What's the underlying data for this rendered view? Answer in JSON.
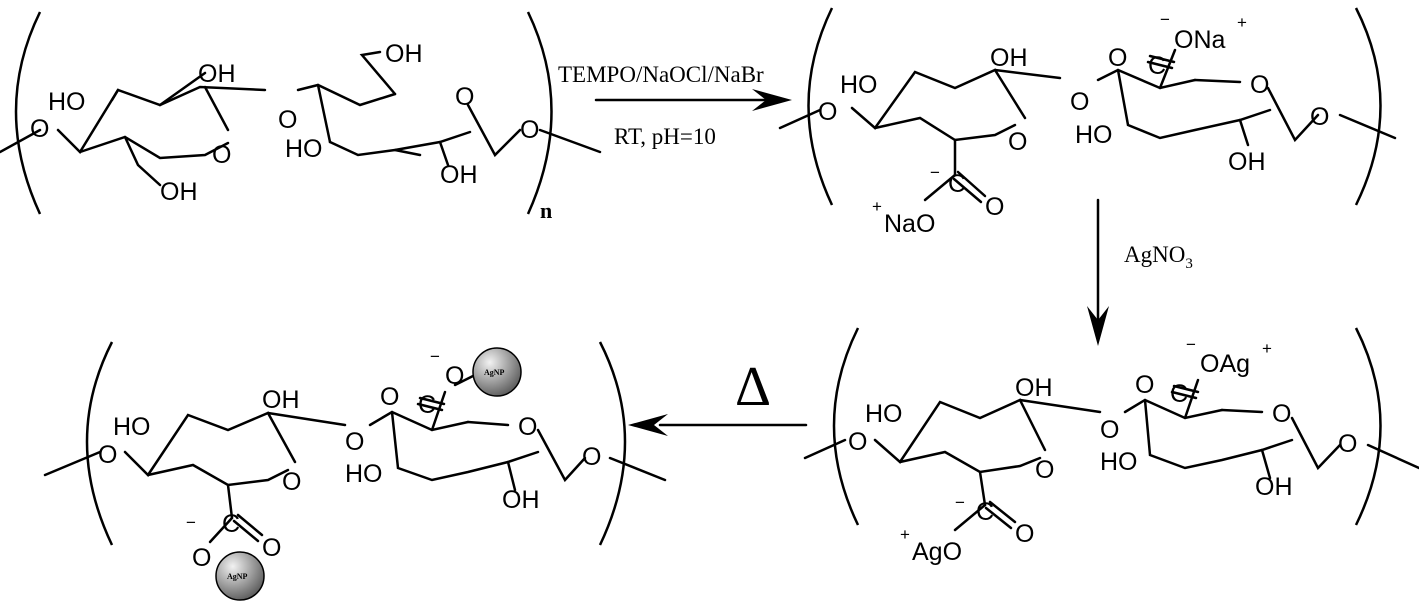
{
  "atoms": {
    "oh": "OH",
    "ho": "HO",
    "o": "O",
    "c": "C",
    "o_minus": "O",
    "na": "Na",
    "ona": "ONa",
    "nao": "NaO",
    "oag": "OAg",
    "ago": "AgO",
    "plus": "+",
    "minus": "−",
    "repeat": "n",
    "nanoparticle": "AgNP"
  },
  "steps": {
    "step1": {
      "reagents": "TEMPO/NaOCl/NaBr",
      "conditions": "RT, pH=10"
    },
    "step2": {
      "reagent": "AgNO",
      "subscript": "3"
    },
    "step3": {
      "symbol": "Δ"
    }
  },
  "colors": {
    "ink": "#000000",
    "nanoparticle_light": "#f2f2f2",
    "nanoparticle_dark": "#5a5a5a"
  },
  "icons": [
    "arrow-right-icon",
    "arrow-down-icon",
    "arrow-left-icon",
    "nanoparticle-icon"
  ]
}
